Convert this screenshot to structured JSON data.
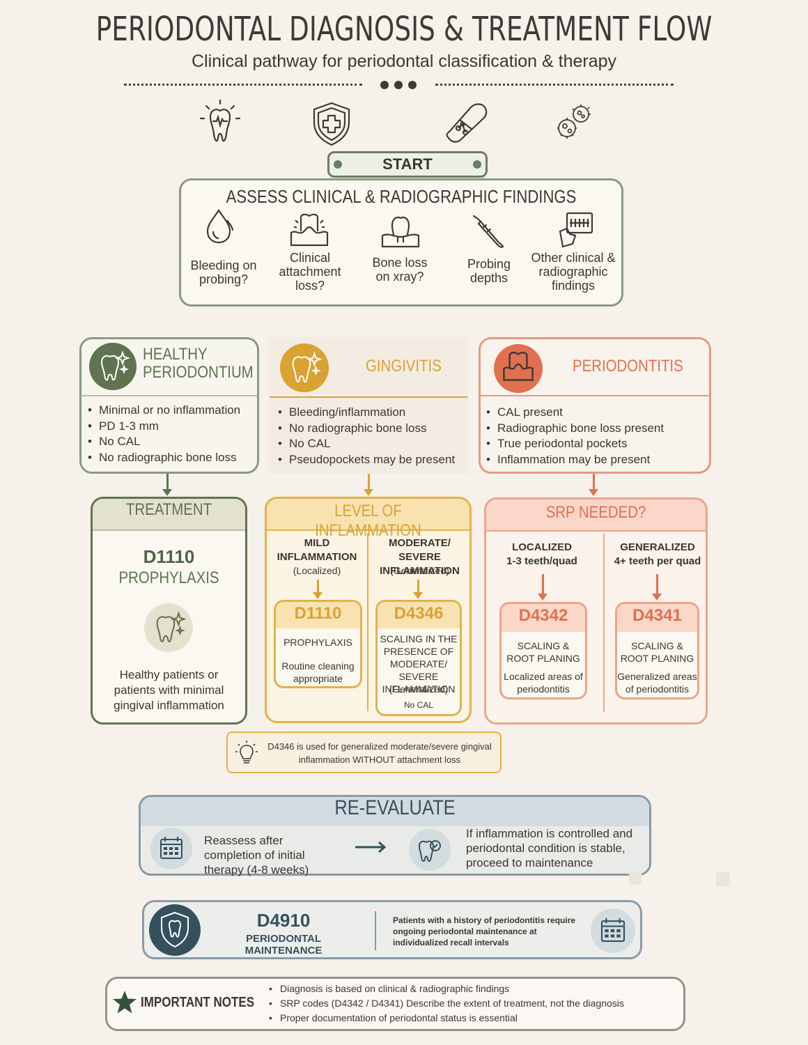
{
  "header": {
    "title": "PERIODONTAL DIAGNOSIS & TREATMENT FLOW",
    "subtitle": "Clinical pathway for periodontal classification & therapy"
  },
  "header_icons": [
    "tooth-icon",
    "shield-cross-icon",
    "capsule-icon",
    "bacteria-icon"
  ],
  "start": {
    "label": "START"
  },
  "assess": {
    "title": "ASSESS CLINICAL & RADIOGRAPHIC FINDINGS",
    "items": [
      {
        "icon": "blood-drop-icon",
        "label": "Bleeding on probing?"
      },
      {
        "icon": "gum-recession-icon",
        "label": "Clinical attachment loss?"
      },
      {
        "icon": "xray-tooth-icon",
        "label": "Bone loss on xray?"
      },
      {
        "icon": "probe-icon",
        "label": "Probing depths"
      },
      {
        "icon": "radiograph-icon",
        "label": "Other clinical & radiographic findings"
      }
    ]
  },
  "columns": {
    "healthy": {
      "title_line1": "HEALTHY",
      "title_line2": "PERIODONTIUM",
      "bullets": [
        "Minimal or no inflammation",
        "PD 1-3 mm",
        "No CAL",
        "No radiographic bone loss"
      ],
      "color": "#5f7350"
    },
    "gingivitis": {
      "title": "GINGIVITIS",
      "bullets": [
        "Bleeding/inflammation",
        "No radiographic bone loss",
        "No CAL",
        "Pseudopockets may be present"
      ],
      "color": "#d9a233"
    },
    "periodontitis": {
      "title": "PERIODONTITIS",
      "bullets": [
        "CAL present",
        "Radiographic bone loss present",
        "True periodontal pockets",
        "Inflammation may be present"
      ],
      "color": "#e0704f"
    }
  },
  "treatment": {
    "header": "TREATMENT",
    "code": "D1110",
    "name": "PROPHYLAXIS",
    "note": "Healthy patients or patients with minimal gingival inflammation"
  },
  "inflammation": {
    "header": "LEVEL OF INFLAMMATION",
    "mild": {
      "label_line1": "MILD",
      "label_line2": "INFLAMMATION",
      "sub": "(Localized)",
      "code": "D1110",
      "name": "PROPHYLAXIS",
      "note": "Routine cleaning appropriate"
    },
    "severe": {
      "label_line1": "MODERATE/ SEVERE",
      "label_line2": "INFLAMMATION",
      "sub": "(Generalized)",
      "code": "D4346",
      "name": "SCALING IN THE PRESENCE OF MODERATE/ SEVERE INFLAMMATION",
      "name_sub": "(Generalized)",
      "note": "No CAL"
    }
  },
  "srp": {
    "header": "SRP NEEDED?",
    "localized": {
      "label_line1": "LOCALIZED",
      "label_line2": "1-3 teeth/quad",
      "code": "D4342",
      "name": "SCALING & ROOT PLANING",
      "note": "Localized areas of periodontitis"
    },
    "generalized": {
      "label_line1": "GENERALIZED",
      "label_line2": "4+ teeth per quad",
      "code": "D4341",
      "name": "SCALING & ROOT PLANING",
      "note": "Generalized areas of periodontitis"
    }
  },
  "tip": {
    "text": "D4346 is used for generalized moderate/severe gingival inflammation WITHOUT attachment loss"
  },
  "reevaluate": {
    "title": "RE-EVALUATE",
    "left_text": "Reassess after completion of initial therapy (4-8 weeks)",
    "right_text": "If inflammation is controlled and periodontal condition is stable, proceed to maintenance"
  },
  "maintenance": {
    "code": "D4910",
    "name": "PERIODONTAL MAINTENANCE",
    "note": "Patients with a history of periodontitis require ongoing periodontal maintenance at individualized recall intervals"
  },
  "notes": {
    "title": "IMPORTANT NOTES",
    "items": [
      "Diagnosis is based on clinical & radiographic findings",
      "SRP codes (D4342 / D4341) Describe the extent of treatment, not the diagnosis",
      "Proper documentation of periodontal status is essential"
    ]
  }
}
